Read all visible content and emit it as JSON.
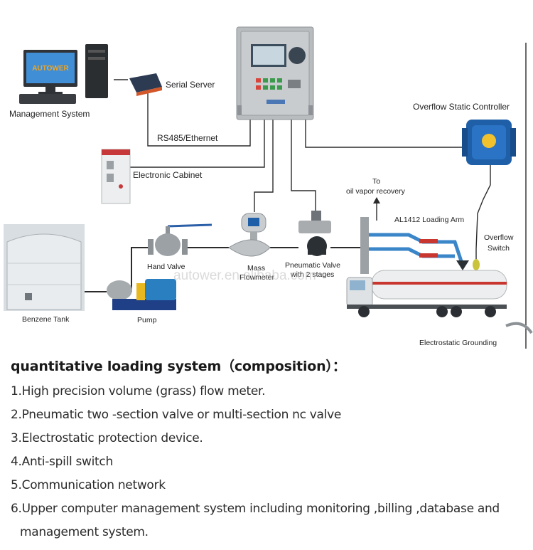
{
  "diagram": {
    "labels": {
      "management_system": "Management System",
      "monitor_brand": "AUTOWER",
      "serial_server": "Serial Server",
      "rs485": "RS485/Ethernet",
      "overflow_static_controller": "Overflow Static Controller",
      "electronic_cabinet": "Electronic Cabinet",
      "oil_vapor_to": "To",
      "oil_vapor_recovery": "oil vapor recovery",
      "loading_arm": "AL1412 Loading Arm",
      "overflow_switch_line1": "Overflow",
      "overflow_switch_line2": "Switch",
      "hand_valve": "Hand Valve",
      "mass_flowmeter_line1": "Mass",
      "mass_flowmeter_line2": "Flowmeter",
      "pneumatic_valve_line1": "Pneumatic Valve",
      "pneumatic_valve_line2": "with 2 stages",
      "benzene_tank": "Benzene Tank",
      "pump": "Pump",
      "electrostatic_grounding": "Electrostatic Grounding",
      "watermark": "autower.en.alibaba.com"
    }
  },
  "composition": {
    "heading": "quantitative loading system（composition）：",
    "items": [
      "1.High precision volume (grass) flow meter.",
      "2.Pneumatic two -section valve or multi-section nc valve",
      "3.Electrostatic protection device.",
      "4.Anti-spill switch",
      "5.Communication network",
      "6.Upper computer management system including monitoring ,billing ,database and management system."
    ]
  },
  "colors": {
    "line": "#2b2b2b",
    "device_blue": "#1f5fa8",
    "pipe_blue": "#3a86c8",
    "controller_gray": "#b9bcbf",
    "tank_white": "#e9ecee",
    "truck_red": "#c8362f"
  }
}
